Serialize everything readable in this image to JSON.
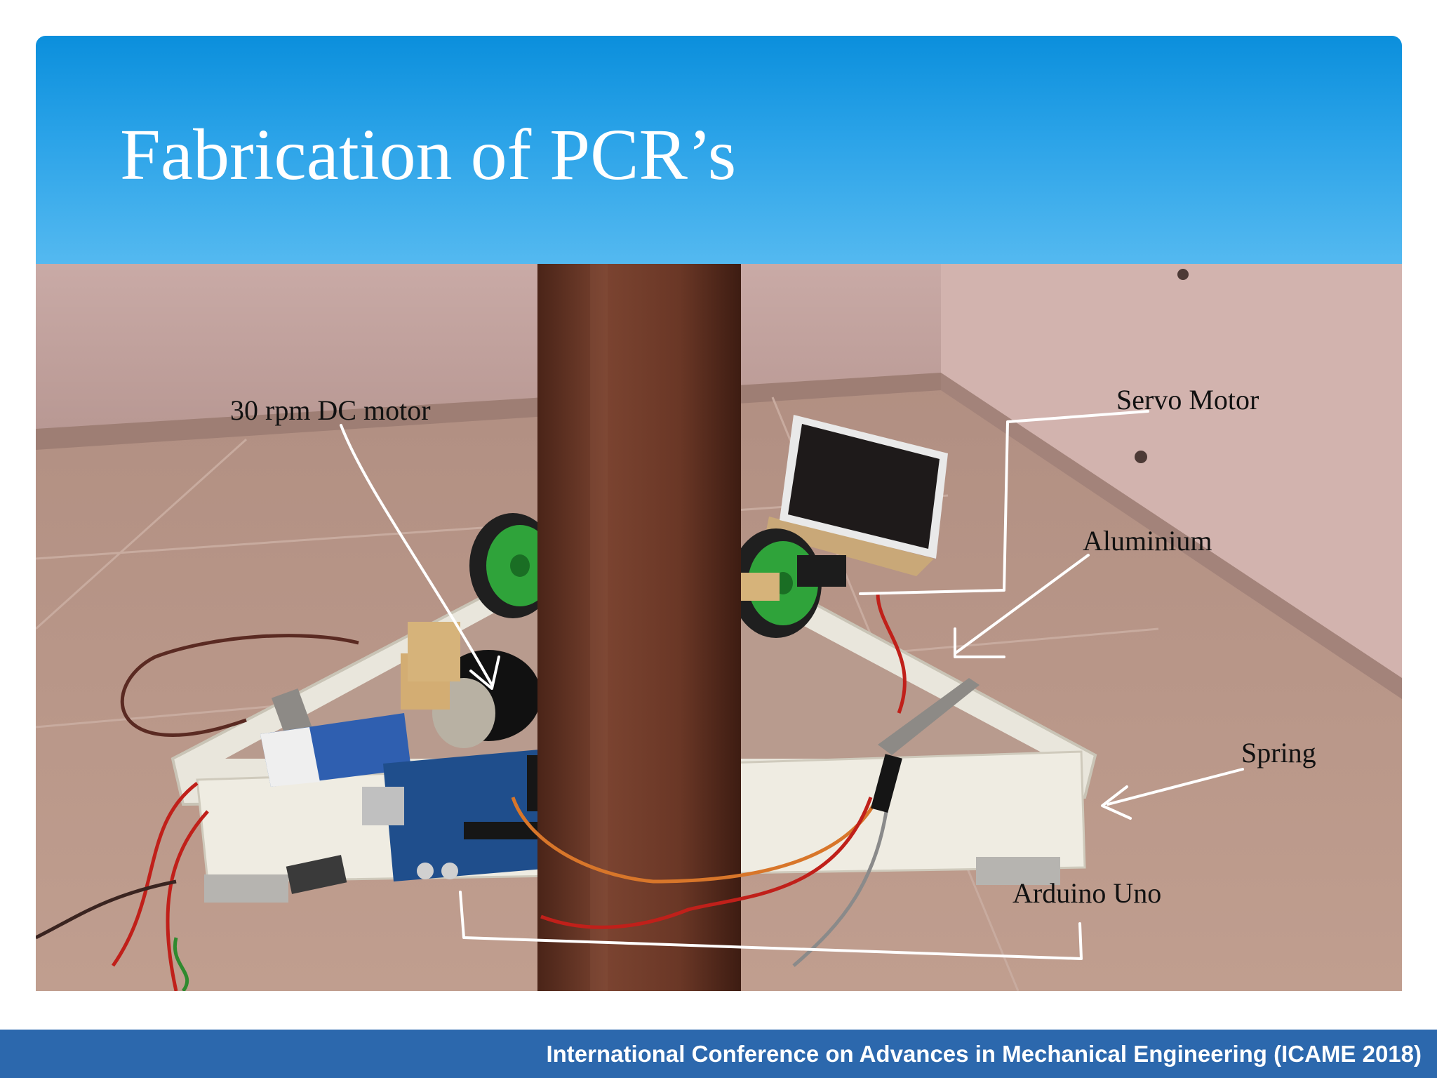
{
  "slide": {
    "title": "Fabrication of PCR’s"
  },
  "photo": {
    "labels": {
      "dc_motor": "30 rpm DC motor",
      "servo_motor": "Servo Motor",
      "aluminium": "Aluminium",
      "spring": "Spring",
      "arduino": "Arduino Uno"
    }
  },
  "footer": {
    "text": "International Conference on Advances in Mechanical Engineering (ICAME 2018)"
  },
  "colors": {
    "header_top": "#0b8fdc",
    "header_bottom": "#54b9f0",
    "footer_bar": "#2c68ad",
    "wheel_green": "#2fa33a",
    "pole_brown": "#6e3b2a"
  }
}
